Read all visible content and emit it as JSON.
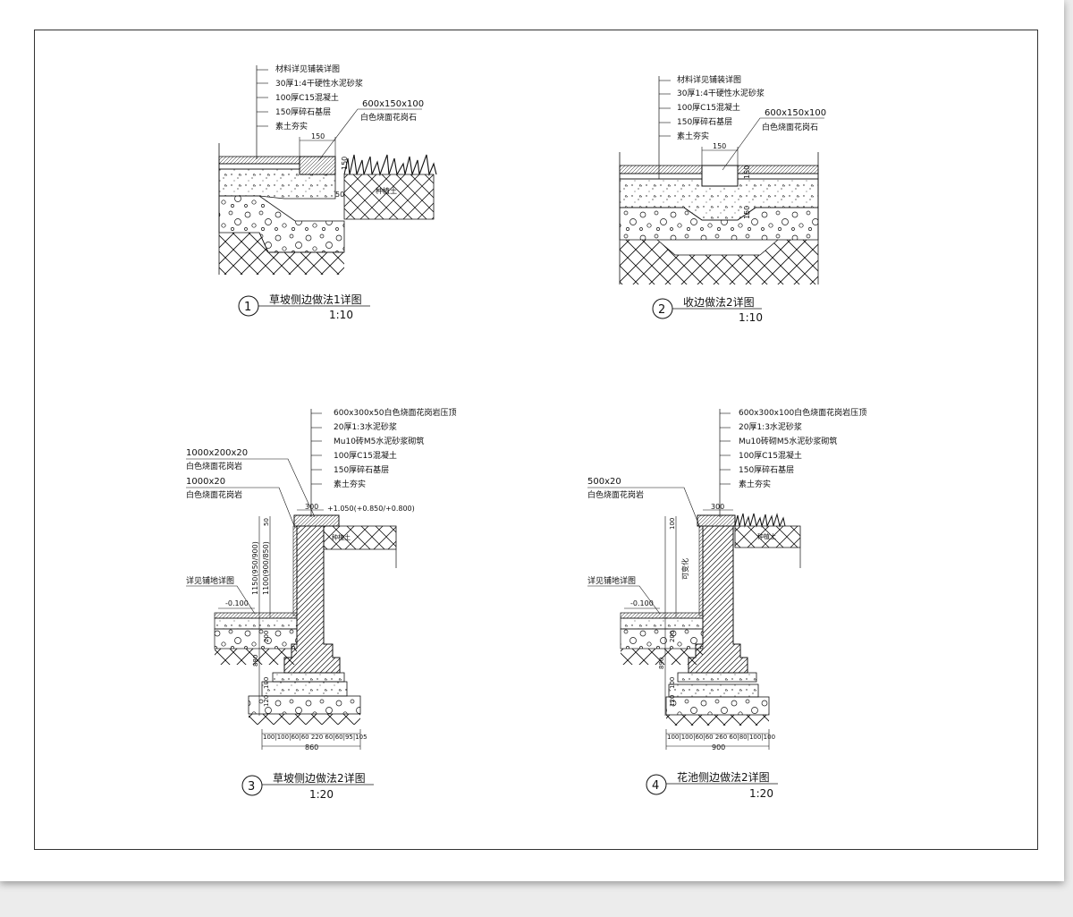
{
  "details": [
    {
      "number": "1",
      "title": "草坡侧边做法1详图",
      "scale": "1:10",
      "layers": [
        "材料详见铺装详图",
        "30厚1:4干硬性水泥砂浆",
        "100厚C15混凝土",
        "150厚碎石基层",
        "素土夯实"
      ],
      "curb_size": "600x150x100",
      "curb_material": "白色烧面花岗石",
      "dims": [
        "150",
        "150",
        "50"
      ],
      "soil": "种植土"
    },
    {
      "number": "2",
      "title": "收边做法2详图",
      "scale": "1:10",
      "layers": [
        "材料详见铺装详图",
        "30厚1:4干硬性水泥砂浆",
        "100厚C15混凝土",
        "150厚碎石基层",
        "素土夯实"
      ],
      "curb_size": "600x150x100",
      "curb_material": "白色烧面花岗石",
      "dims": [
        "150",
        "150",
        "150"
      ]
    },
    {
      "number": "3",
      "title": "草坡侧边做法2详图",
      "scale": "1:20",
      "layers": [
        "600x300x50白色烧面花岗岩压顶",
        "20厚1:3水泥砂浆",
        "Mu10砖M5水泥砂浆砌筑",
        "100厚C15混凝土",
        "150厚碎石基层",
        "素土夯实"
      ],
      "cap_size": "1000x200x20",
      "cap_material": "白色烧面花岗岩",
      "face_size": "1000x20",
      "face_material": "白色烧面花岗岩",
      "paving_note": "详见铺地详图",
      "elevation": "-0.100",
      "top_elev": "+1.050(+0.850/+0.800)",
      "soil": "种植土",
      "top_dim": "300",
      "dims_v": [
        "50",
        "1150(950/900)",
        "1100(900/850)",
        "100",
        "200",
        "880",
        "100",
        "120",
        "120"
      ],
      "bottom_dims": "100|100|60|60 220 60|60|95|105",
      "bottom_total": "860"
    },
    {
      "number": "4",
      "title": "花池侧边做法2详图",
      "scale": "1:20",
      "layers": [
        "600x300x100白色烧面花岗岩压顶",
        "20厚1:3水泥砂浆",
        "Mu10砖砌M5水泥砂浆砌筑",
        "100厚C15混凝土",
        "150厚碎石基层",
        "素土夯实"
      ],
      "face_size": "500x20",
      "face_material": "白色烧面花岗岩",
      "paving_note": "详见铺地详图",
      "elevation": "-0.100",
      "soil": "种植土",
      "top_dim": "300",
      "dims_v": [
        "100",
        "可变化",
        "100",
        "200",
        "890",
        "100",
        "120",
        "120"
      ],
      "bottom_dims": "100|100|60|60 260 60|80|100|100",
      "bottom_total": "900"
    }
  ]
}
